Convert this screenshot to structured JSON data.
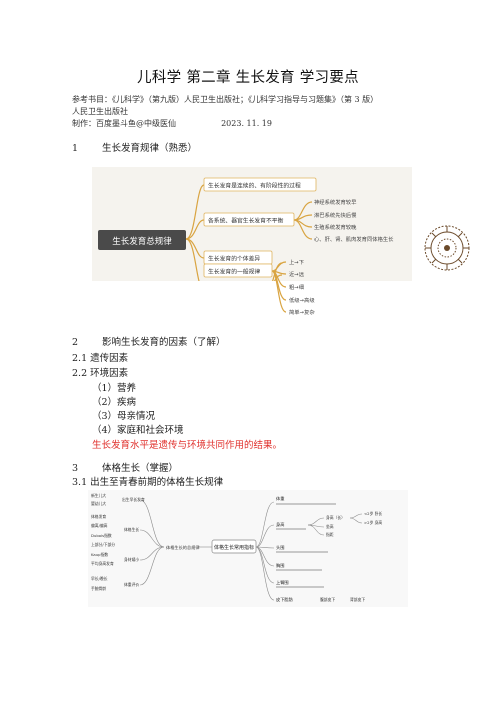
{
  "doc": {
    "title": "儿科学 第二章 生长发育 学习要点",
    "ref_line1": "参考书目：《儿科学》（第九版）人民卫生出版社；《儿科学习指导与习题集》（第 3 版）",
    "ref_line2": "人民卫生出版社",
    "author_line": "制作：百度墨斗鱼@中级医仙",
    "date": "2023. 11. 19"
  },
  "sections": {
    "s1_num": "1",
    "s1_title": "生长发育规律（熟悉）",
    "s2_num": "2",
    "s2_title": "影响生长发育的因素（了解）",
    "s2_1": "2.1   遗传因素",
    "s2_2": "2.2   环境因素",
    "env_items": [
      "（1）营养",
      "（2）疾病",
      "（3）母亲情况",
      "（4）家庭和社会环境"
    ],
    "conclusion": "生长发育水平是遗传与环境共同作用的结果。",
    "s3_num": "3",
    "s3_title": "体格生长（掌握）",
    "s3_1": "3.1    出生至青春前期的体格生长规律"
  },
  "mindmap1": {
    "root": "生长发育总规律",
    "b1": "生长发育是连续的、有阶段性的过程",
    "b2": "各系统、器官生长发育不平衡",
    "b2_children": [
      "神经系统发育较早",
      "淋巴系统先快后慢",
      "生殖系统发育较晚",
      "心、肝、肾、肌肉发育同体格生长"
    ],
    "b3": "生长发育的个体差异",
    "b4": "生长发育的一般规律",
    "b4_children": [
      "上→下",
      "近→远",
      "粗→细",
      "低级→高级",
      "简单→复杂"
    ]
  },
  "mindmap2": {
    "root": "体格生长常用指标",
    "left_mid": "体格生长的总规律",
    "left_groups": [
      "出生早长发育",
      "体格生长",
      "身材矮小",
      "体重评价"
    ],
    "left_items": [
      "新生儿大",
      "婴幼儿大",
      "体格发育",
      "偏离/偏高",
      "Dubois指数",
      "上部分/下部分",
      "Kaup指数",
      "平均身高发育",
      "早长/晚长",
      "手腕骨龄"
    ],
    "right_nodes": [
      "体重",
      "身高",
      "头围",
      "胸围",
      "上臂围",
      "皮下脂肪"
    ],
    "right_sub": [
      "身高（长）",
      "坐高",
      "指距",
      "<2岁 卧长",
      ">2岁 身高",
      "腹部皮下",
      "背部皮下"
    ]
  }
}
